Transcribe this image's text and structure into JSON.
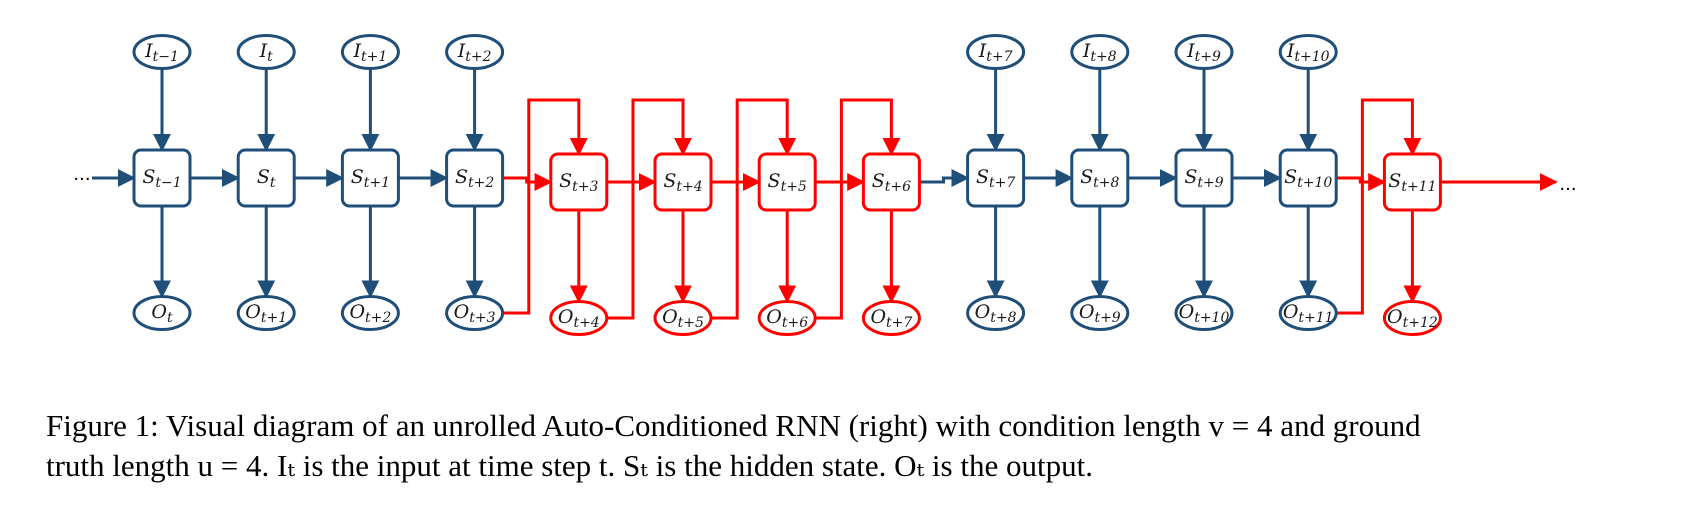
{
  "diagram": {
    "colors": {
      "ground_truth": "#1f4e79",
      "auto_conditioned": "#ff0000"
    },
    "left_ellipsis": "...",
    "right_ellipsis": "...",
    "cells": [
      {
        "input": {
          "base": "I",
          "sub": "t−1"
        },
        "state": {
          "base": "S",
          "sub": "t−1"
        },
        "output": {
          "base": "O",
          "sub": "t"
        },
        "mode": "ground_truth"
      },
      {
        "input": {
          "base": "I",
          "sub": "t"
        },
        "state": {
          "base": "S",
          "sub": "t"
        },
        "output": {
          "base": "O",
          "sub": "t+1"
        },
        "mode": "ground_truth"
      },
      {
        "input": {
          "base": "I",
          "sub": "t+1"
        },
        "state": {
          "base": "S",
          "sub": "t+1"
        },
        "output": {
          "base": "O",
          "sub": "t+2"
        },
        "mode": "ground_truth"
      },
      {
        "input": {
          "base": "I",
          "sub": "t+2"
        },
        "state": {
          "base": "S",
          "sub": "t+2"
        },
        "output": {
          "base": "O",
          "sub": "t+3"
        },
        "mode": "ground_truth"
      },
      {
        "input": null,
        "state": {
          "base": "S",
          "sub": "t+3"
        },
        "output": {
          "base": "O",
          "sub": "t+4"
        },
        "mode": "auto_conditioned"
      },
      {
        "input": null,
        "state": {
          "base": "S",
          "sub": "t+4"
        },
        "output": {
          "base": "O",
          "sub": "t+5"
        },
        "mode": "auto_conditioned"
      },
      {
        "input": null,
        "state": {
          "base": "S",
          "sub": "t+5"
        },
        "output": {
          "base": "O",
          "sub": "t+6"
        },
        "mode": "auto_conditioned"
      },
      {
        "input": null,
        "state": {
          "base": "S",
          "sub": "t+6"
        },
        "output": {
          "base": "O",
          "sub": "t+7"
        },
        "mode": "auto_conditioned"
      },
      {
        "input": {
          "base": "I",
          "sub": "t+7"
        },
        "state": {
          "base": "S",
          "sub": "t+7"
        },
        "output": {
          "base": "O",
          "sub": "t+8"
        },
        "mode": "ground_truth"
      },
      {
        "input": {
          "base": "I",
          "sub": "t+8"
        },
        "state": {
          "base": "S",
          "sub": "t+8"
        },
        "output": {
          "base": "O",
          "sub": "t+9"
        },
        "mode": "ground_truth"
      },
      {
        "input": {
          "base": "I",
          "sub": "t+9"
        },
        "state": {
          "base": "S",
          "sub": "t+9"
        },
        "output": {
          "base": "O",
          "sub": "t+10"
        },
        "mode": "ground_truth"
      },
      {
        "input": {
          "base": "I",
          "sub": "t+10"
        },
        "state": {
          "base": "S",
          "sub": "t+10"
        },
        "output": {
          "base": "O",
          "sub": "t+11"
        },
        "mode": "ground_truth"
      },
      {
        "input": null,
        "state": {
          "base": "S",
          "sub": "t+11"
        },
        "output": {
          "base": "O",
          "sub": "t+12"
        },
        "mode": "auto_conditioned"
      }
    ]
  },
  "caption": {
    "line1": "Figure 1: Visual diagram of an unrolled Auto-Conditioned RNN (right) with condition length v = 4 and ground",
    "line2": "truth length u = 4. Iₜ is the input at time step t. Sₜ is the hidden state. Oₜ is the output."
  }
}
